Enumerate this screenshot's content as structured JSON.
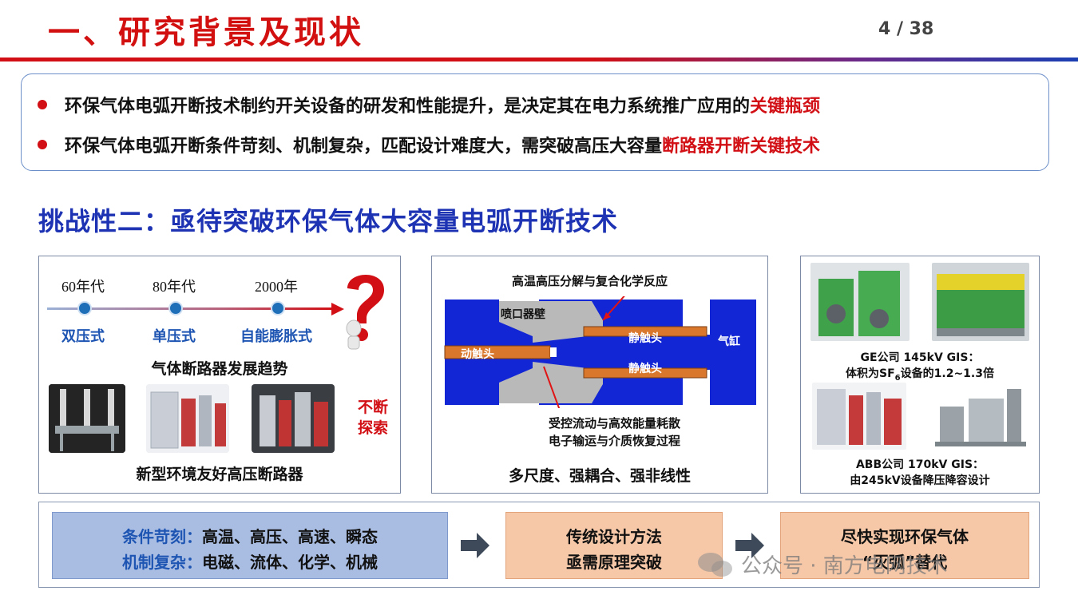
{
  "header": {
    "title": "一、研究背景及现状",
    "page_number": "4 / 38"
  },
  "intro": {
    "bullet1_text": "环保气体电弧开断技术制约开关设备的研发和性能提升，是决定其在电力系统推广应用的",
    "bullet1_highlight": "关键瓶颈",
    "bullet2_text": "环保气体电弧开断条件苛刻、机制复杂，匹配设计难度大，需突破高压大容量",
    "bullet2_highlight": "断路器开断关键技术"
  },
  "challenge_title": "挑战性二：亟待突破环保气体大容量电弧开断技术",
  "panel1": {
    "timeline": [
      {
        "year": "60年代",
        "type": "双压式"
      },
      {
        "year": "80年代",
        "type": "单压式"
      },
      {
        "year": "2000年",
        "type": "自能膨胀式"
      }
    ],
    "trend_caption": "气体断路器发展趋势",
    "explore_label_1": "不断",
    "explore_label_2": "探索",
    "bottom_caption": "新型环境友好高压断路器"
  },
  "panel2": {
    "top_label": "高温高压分解与复合化学反应",
    "nozzle_label": "喷口器壁",
    "moving_contact": "动触头",
    "static_contact_top": "静触头",
    "static_contact_bottom": "静触头",
    "cylinder_label": "气缸",
    "process_line1": "受控流动与高效能量耗散",
    "process_line2": "电子输运与介质恢复过程",
    "caption": "多尺度、强耦合、强非线性"
  },
  "panel3": {
    "ge_line1": "GE公司 145kV GIS：",
    "ge_line2_prefix": "体积为SF",
    "ge_line2_sub": "6",
    "ge_line2_suffix": "设备的1.2~1.3倍",
    "abb_line1": "ABB公司 170kV GIS：",
    "abb_line2": "由245kV设备降压降容设计"
  },
  "bottom": {
    "cond_key": "条件苛刻：",
    "cond_val": "高温、高压、高速、瞬态",
    "mech_key": "机制复杂：",
    "mech_val": "电磁、流体、化学、机械",
    "method_line1": "传统设计方法",
    "method_line2": "亟需原理突破",
    "goal_line1": "尽快实现环保气体",
    "goal_line2": "“灭弧”替代"
  },
  "watermark": "公众号 · 南方电网技术",
  "colors": {
    "title_red": "#d21010",
    "challenge_blue": "#1d33b4",
    "highlight_red": "#d10f14",
    "timeline_blue": "#1e55b3",
    "box_blue": "#a9bde3",
    "box_orange": "#f6c8a8",
    "diagram_blue": "#1226d6",
    "diagram_contact": "#d9772c"
  }
}
